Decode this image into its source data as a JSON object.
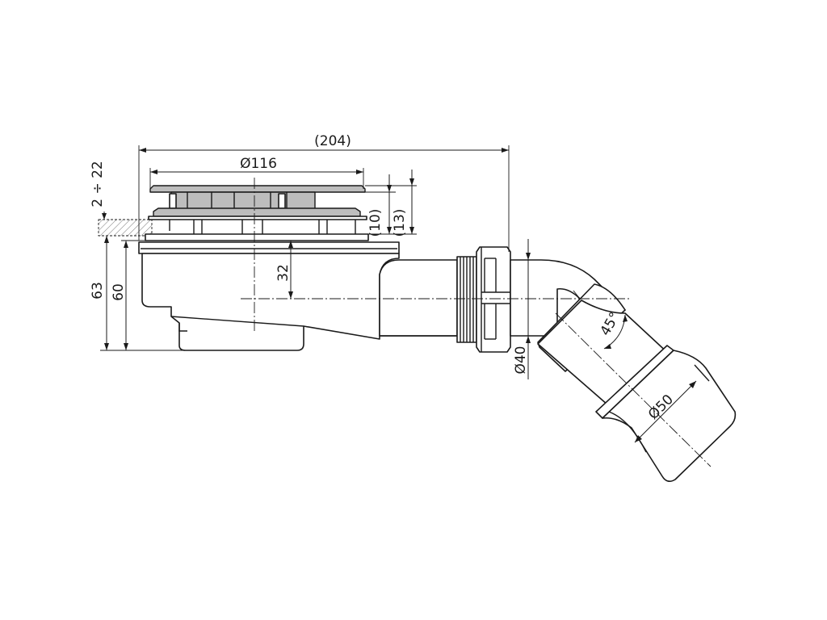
{
  "drawing": {
    "dimensions": {
      "overall_length": "(204)",
      "cover_diameter": "Ø116",
      "floor_thickness": "2 ÷ 22",
      "height_total": "63",
      "height_body": "60",
      "outlet_axis_height": "32",
      "cover_gap_1": "(10)",
      "cover_gap_2": "(13)",
      "outlet_diameter": "Ø40",
      "elbow_diameter": "Ø50",
      "elbow_angle": "45°"
    }
  }
}
